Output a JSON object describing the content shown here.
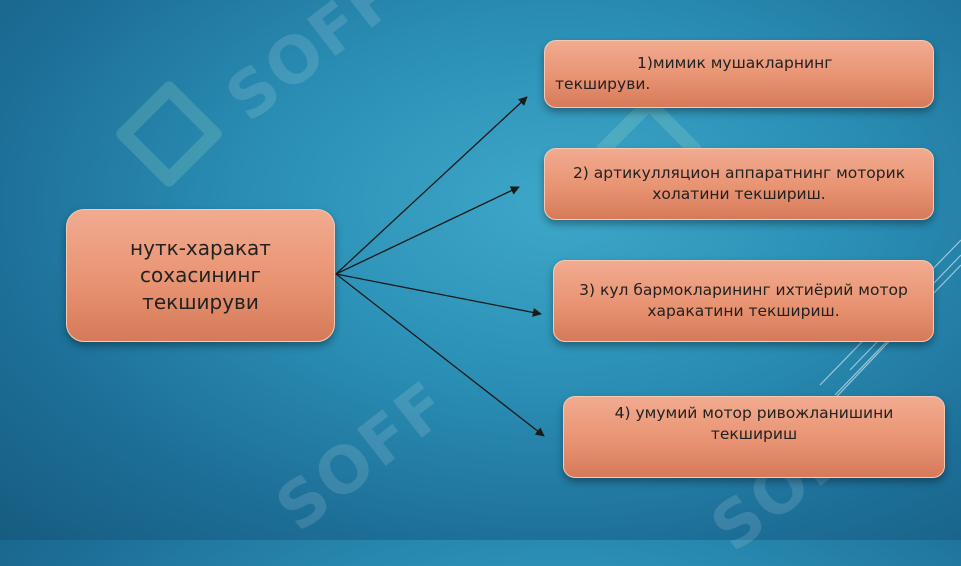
{
  "diagram": {
    "center": {
      "label": "нутк-харакат сохасининг текшируви"
    },
    "items": [
      {
        "label": "1)мимик мушакларнинг текшируви."
      },
      {
        "label": "2) артикулляцион аппаратнинг моторик холатини текшириш."
      },
      {
        "label": "3) кул бармокларининг ихтиёрий мотор харакатини текшириш."
      },
      {
        "label": "4) умумий мотор ривожланишини текшириш"
      }
    ]
  },
  "watermark": {
    "text": "SOFF"
  },
  "colors": {
    "background": "#2b8fb5",
    "box_fill": "#e89372",
    "arrow": "#1a1a1a"
  }
}
